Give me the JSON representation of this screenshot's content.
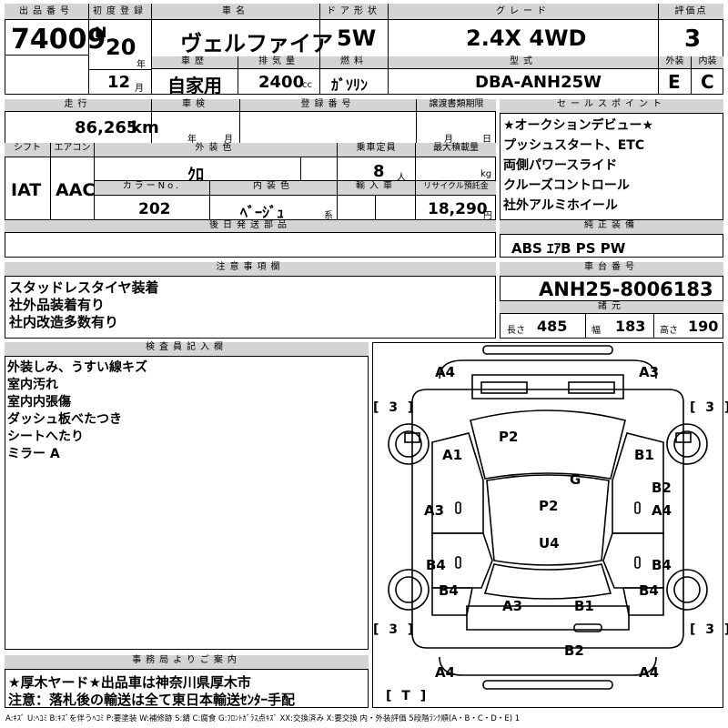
{
  "header": {
    "lot_no_label": "出品番号",
    "lot_no": "74009",
    "first_reg_label": "初度登録",
    "era": "H",
    "year": "20",
    "year_unit": "年",
    "month": "12",
    "month_unit": "月",
    "car_name_label": "車名",
    "car_name": "ヴェルファイア",
    "door_label": "ドア形状",
    "door": "5W",
    "grade_label": "グレード",
    "grade": "2.4X 4WD",
    "score_label": "評価点",
    "score": "3",
    "history_label": "車歴",
    "history": "自家用",
    "displacement_label": "排気量",
    "displacement": "2400",
    "displacement_unit": "cc",
    "fuel_label": "燃料",
    "fuel": "ｶﾞｿﾘﾝ",
    "model_label": "型式",
    "model": "DBA-ANH25W",
    "exterior_label": "外装",
    "exterior": "E",
    "interior_label": "内装",
    "interior": "C"
  },
  "row2": {
    "mileage_label": "走行",
    "mileage": "86,265",
    "mileage_unit": "km",
    "inspection_label": "車検",
    "insp_year": "年",
    "insp_month": "月",
    "reg_no_label": "登録番号",
    "transfer_label": "譲渡書類期限",
    "transfer_month": "月",
    "transfer_day": "日",
    "shift_label": "シフト",
    "shift": "IAT",
    "ac_label": "エアコン",
    "ac": "AAC",
    "ext_color_label": "外装色",
    "ext_color": "ｸﾛ",
    "capacity_label": "乗車定員",
    "capacity": "8",
    "capacity_unit": "人",
    "max_load_label": "最大積載量",
    "max_load_unit": "kg",
    "color_no_label": "カラーNo.",
    "color_no": "202",
    "int_color_label": "内装色",
    "int_color": "ﾍﾞｰｼﾞｭ",
    "int_color_unit": "系",
    "import_label": "輸入車",
    "recycle_label": "リサイクル預託金",
    "recycle": "18,290",
    "recycle_unit": "円",
    "later_parts_label": "後日発送部品"
  },
  "sales_points": {
    "label": "セールスポイント",
    "items": [
      "★オークションデビュー★",
      "プッシュスタート、ETC",
      "両側パワースライド",
      "クルーズコントロール",
      "社外アルミホイール"
    ]
  },
  "equipment": {
    "label": "純正装備",
    "value": "ABS ｴｱB PS PW"
  },
  "notes": {
    "label": "注意事項欄",
    "items": [
      "スタッドレスタイヤ装着",
      "社外品装着有り",
      "社内改造多数有り"
    ]
  },
  "chassis": {
    "label": "車台番号",
    "value": "ANH25-8006183"
  },
  "dims": {
    "label": "諸元",
    "length_label": "長さ",
    "length": "485",
    "width_label": "幅",
    "width": "183",
    "height_label": "高さ",
    "height": "190"
  },
  "inspector": {
    "label": "検査員記入欄",
    "items": [
      "外装しみ、うすい線キズ",
      "室内汚れ",
      "室内内張傷",
      "ダッシュ板べたつき",
      "シートへたり",
      "ミラー A"
    ]
  },
  "office": {
    "label": "事務局よりご案内",
    "lines": [
      "★厚木ヤード★出品車は神奈川県厚木市",
      "注意：落札後の輸送は全て東日本輸送ｾﾝﾀｰ手配"
    ]
  },
  "diagram": {
    "marks": {
      "a4_tl": "A4",
      "a3_tr": "A3",
      "a1": "A1",
      "p2_top": "P2",
      "b1_r": "B1",
      "g": "G",
      "b2_r": "B2",
      "a3_l": "A3",
      "p2_mid": "P2",
      "a4_r": "A4",
      "u4": "U4",
      "b4_l1": "B4",
      "b4_r1": "B4",
      "b4_l2": "B4",
      "b4_r2": "B4",
      "a3_b": "A3",
      "b1_b": "B1",
      "b2_b": "B2",
      "a4_bl": "A4",
      "a4_br": "A4"
    },
    "tires": {
      "tl": "[ 3 ]",
      "tr": "[ 3 ]",
      "bl": "[ 3 ]",
      "br": "[ 3 ]",
      "spare": "[ T ]"
    }
  },
  "legend": "A:ｷｽﾞ U:ﾍｺﾐ B:ｷｽﾞを伴うﾍｺﾐ P:要塗装 W:補修跡 S:錆 C:腐食 G:ﾌﾛﾝﾄｶﾞﾗｽ点ｷｽﾞ XX:交換済み X:要交換 内・外装評価 5段階ﾗﾝｸ順(A・B・C・D・E) 1"
}
